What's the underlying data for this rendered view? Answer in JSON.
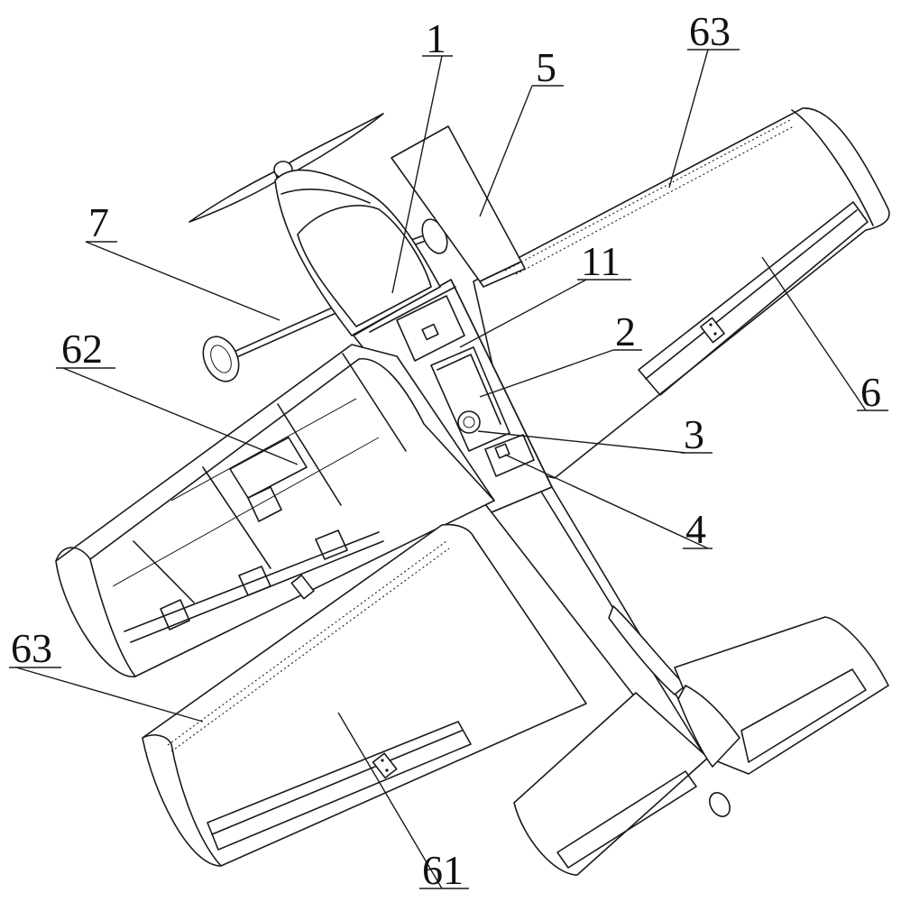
{
  "labels": {
    "canopy": "1",
    "battery_bay": "2",
    "servo": "3",
    "connector": "4",
    "detached_wing_panel": "5",
    "wing_right": "6",
    "wing_skin_left": "61",
    "wing_frame_left": "62",
    "wing_teeth_upper": "63",
    "wing_teeth_lower": "63",
    "landing_gear": "7",
    "fuselage_cover": "11"
  }
}
